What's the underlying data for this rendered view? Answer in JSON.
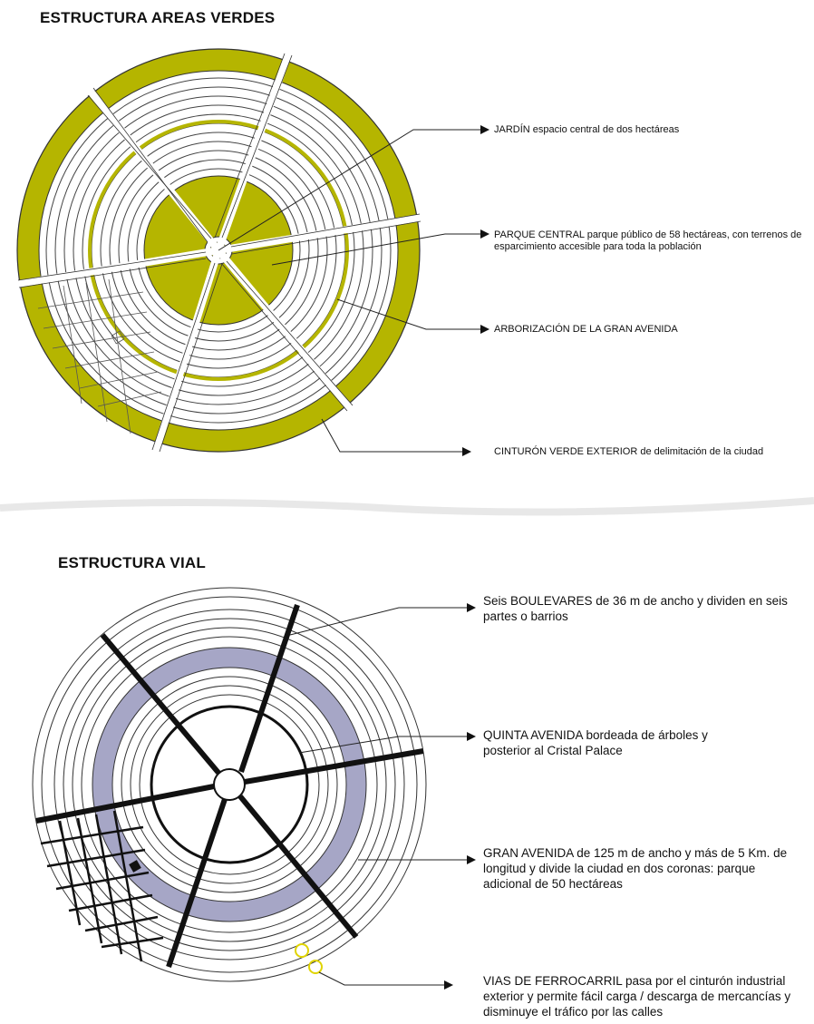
{
  "section1": {
    "title": "ESTRUCTURA AREAS VERDES",
    "labels": [
      {
        "key": "jardin",
        "strong": "JARDÍN",
        "text": " espacio central de dos hectáreas"
      },
      {
        "key": "parque",
        "strong": "PARQUE CENTRAL",
        "text": " parque público de 58 hectáreas, con terrenos de esparcimiento accesible para toda la población"
      },
      {
        "key": "arbor",
        "strong": "ARBORIZACIÓN DE LA GRAN AVENIDA",
        "text": ""
      },
      {
        "key": "cinturon",
        "strong": "CINTURÓN VERDE EXTERIOR",
        "text": " de delimitación de la ciudad"
      }
    ],
    "colors": {
      "green": "#b5b500",
      "line": "#333333"
    }
  },
  "section2": {
    "title": "ESTRUCTURA VIAL",
    "labels": [
      {
        "key": "boulevares",
        "text": "Seis BOULEVARES de 36 m de ancho y dividen en seis partes o barrios"
      },
      {
        "key": "quinta",
        "text": "QUINTA AVENIDA bordeada de árboles y posterior al Cristal Palace"
      },
      {
        "key": "gran",
        "text": "GRAN AVENIDA de 125 m de ancho y más de 5 Km. de longitud y divide la ciudad en dos coronas: parque adicional de 50 hectáreas"
      },
      {
        "key": "vias",
        "text": "VIAS DE FERROCARRIL pasa por el cinturón industrial exterior y permite fácil carga / descarga de mercancías y disminuye el tráfico por las calles"
      }
    ],
    "colors": {
      "avenue": "#a6a6c6",
      "road": "#111111",
      "rail": "#e0d400"
    }
  }
}
